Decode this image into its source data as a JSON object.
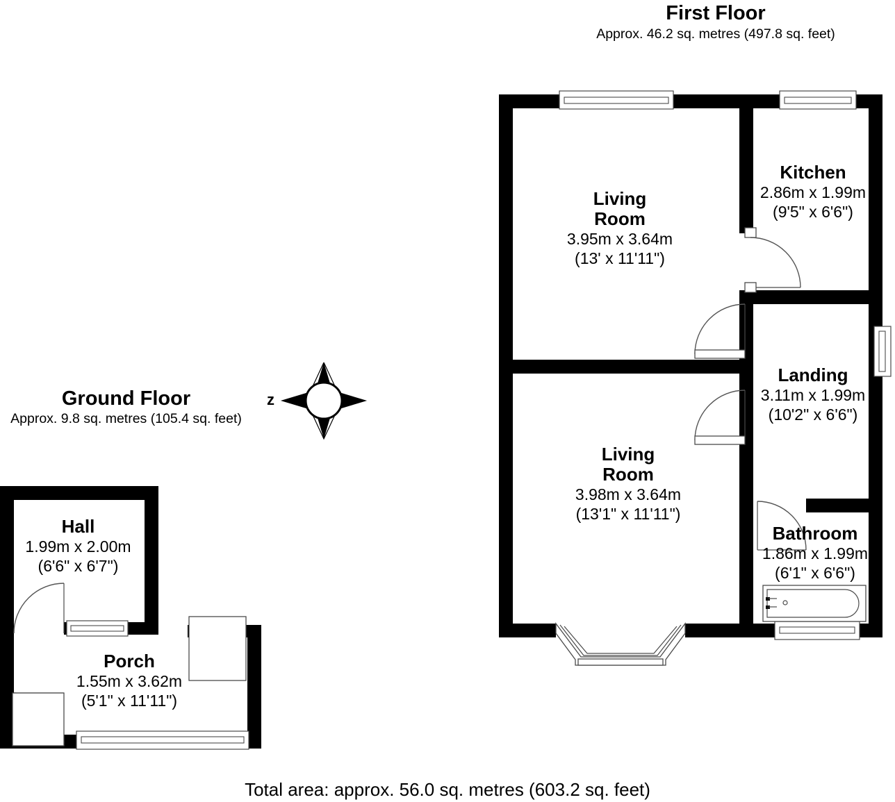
{
  "document": {
    "type": "floor-plan",
    "total_area": "Total area: approx. 56.0 sq. metres (603.2 sq. feet)"
  },
  "compass": {
    "label": "z",
    "icon": "compass-rose-icon"
  },
  "floors": [
    {
      "id": "first-floor",
      "title": "First Floor",
      "subtitle": "Approx. 46.2 sq. metres (497.8 sq. feet)",
      "rooms": [
        {
          "id": "living-room-upper",
          "name": "Living\nRoom",
          "name_line1": "Living",
          "name_line2": "Room",
          "dim_metric": "3.95m x 3.64m",
          "dim_imperial": "(13' x 11'11\")"
        },
        {
          "id": "kitchen",
          "name": "Kitchen",
          "name_line1": "Kitchen",
          "name_line2": "",
          "dim_metric": "2.86m x 1.99m",
          "dim_imperial": "(9'5\" x 6'6\")"
        },
        {
          "id": "landing",
          "name": "Landing",
          "name_line1": "Landing",
          "name_line2": "",
          "dim_metric": "3.11m x 1.99m",
          "dim_imperial": "(10'2\" x 6'6\")"
        },
        {
          "id": "living-room-lower",
          "name": "Living\nRoom",
          "name_line1": "Living",
          "name_line2": "Room",
          "dim_metric": "3.98m x 3.64m",
          "dim_imperial": "(13'1\" x 11'11\")"
        },
        {
          "id": "bathroom",
          "name": "Bathroom",
          "name_line1": "Bathroom",
          "name_line2": "",
          "dim_metric": "1.86m x 1.99m",
          "dim_imperial": "(6'1\" x 6'6\")"
        }
      ]
    },
    {
      "id": "ground-floor",
      "title": "Ground Floor",
      "subtitle": "Approx. 9.8 sq. metres (105.4 sq. feet)",
      "rooms": [
        {
          "id": "hall",
          "name": "Hall",
          "name_line1": "Hall",
          "name_line2": "",
          "dim_metric": "1.99m x 2.00m",
          "dim_imperial": "(6'6\" x 6'7\")"
        },
        {
          "id": "porch",
          "name": "Porch",
          "name_line1": "Porch",
          "name_line2": "",
          "dim_metric": "1.55m x 3.62m",
          "dim_imperial": "(5'1\" x 11'11\")"
        }
      ]
    }
  ],
  "colors": {
    "wall": "#000000",
    "background": "#ffffff",
    "window_stroke": "#4a4a4a",
    "door_arc": "#555555",
    "text": "#000000"
  }
}
